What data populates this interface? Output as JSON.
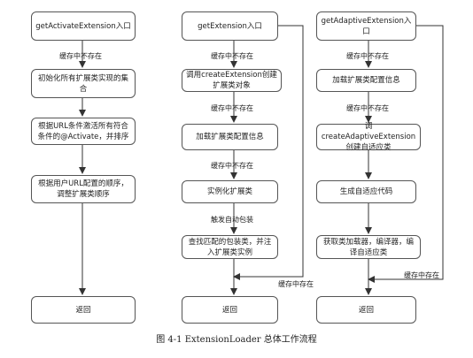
{
  "col1": {
    "start": "getActivateExtension入口",
    "edge_missing": "缓存中不存在",
    "step1": "初始化所有扩展类实现的集合",
    "step2": "根据URL条件激活所有符合条件的@Activate，并排序",
    "step3": "根据用户URL配置的顺序，调整扩展类顺序",
    "end": "返回"
  },
  "col2": {
    "start": "getExtension入口",
    "edge_missing1": "缓存中不存在",
    "step1": "调用createExtension创建扩展类对象",
    "edge_missing2": "缓存中不存在",
    "step2": "加载扩展类配置信息",
    "edge_missing3": "缓存中不存在",
    "step3": "实例化扩展类",
    "edge_wrap": "触发自动包装",
    "step4": "查找匹配的包装类，并注入扩展类实例",
    "edge_exists": "缓存中存在",
    "end": "返回"
  },
  "col3": {
    "start": "getAdaptiveExtension入口",
    "edge_missing1": "缓存中不存在",
    "step1": "加载扩展类配置信息",
    "edge_missing2": "缓存中不存在",
    "step2": "调createAdaptiveExtension创建自适应类",
    "step3": "生成自适应代码",
    "step4": "获取类加载器，编译器，编译自适应类",
    "edge_exists": "缓存中存在",
    "end": "返回"
  },
  "caption": "图 4-1   ExtensionLoader 总体工作流程"
}
